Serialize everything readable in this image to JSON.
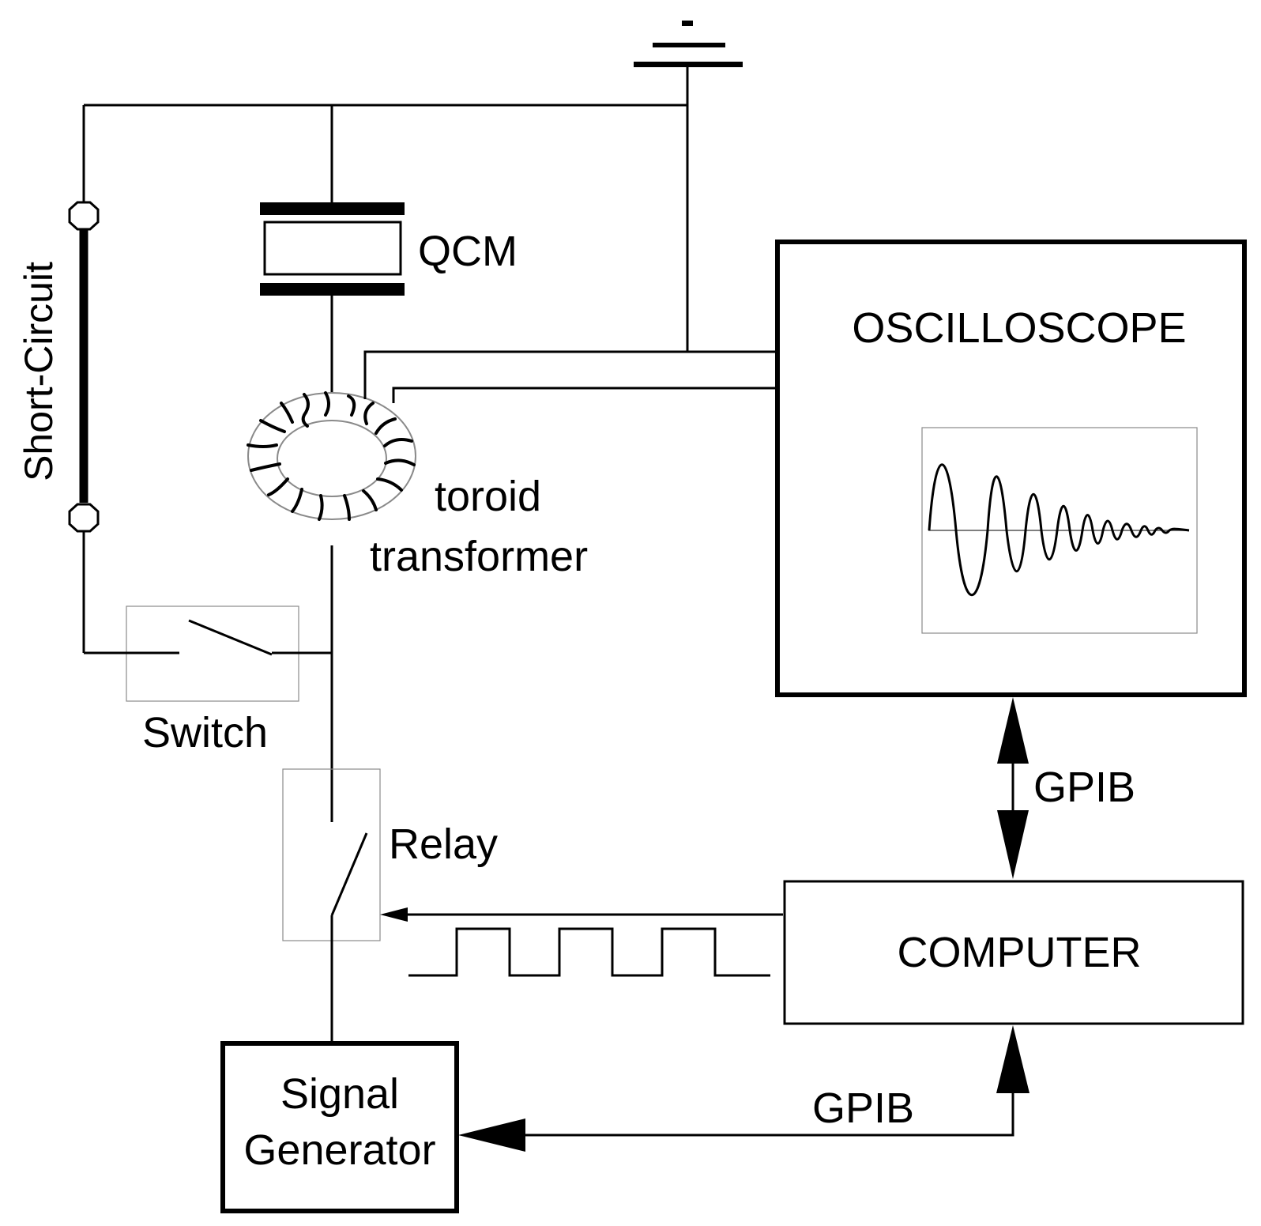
{
  "labels": {
    "qcm": "QCM",
    "oscilloscope": "OSCILLOSCOPE",
    "short_circuit": "Short-Circuit",
    "toroid_line1": "toroid",
    "toroid_line2": "transformer",
    "switch": "Switch",
    "relay": "Relay",
    "gpib_vertical": "GPIB",
    "gpib_horizontal": "GPIB",
    "computer": "COMPUTER",
    "signal_gen_line1": "Signal",
    "signal_gen_line2": "Generator"
  },
  "ground_sign": "-",
  "colors": {
    "line": "#000000",
    "frame": "#8a8a8a",
    "background": "#ffffff"
  }
}
